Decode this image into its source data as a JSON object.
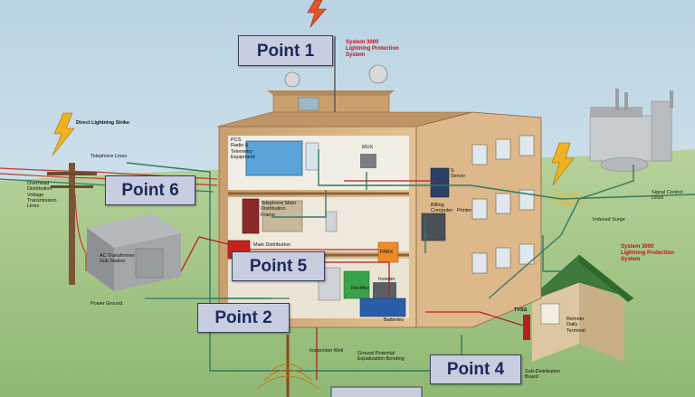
{
  "points": {
    "p1": "Point 1",
    "p2": "Point 2",
    "p4": "Point 4",
    "p5": "Point 5",
    "p6": "Point 6"
  },
  "labels": {
    "system3000_top": "System 3000\nLightning Protection\nSystem",
    "direct_strike": "Direct Lightning Strike",
    "telephone_lines": "Telephone Lines",
    "overhead_distribution": "Overhead\nDistribution\nVoltage\nTransmission\nLines",
    "ac_transformer": "AC Transformer\nSub Station",
    "power_ground": "Power Ground",
    "pcs": "PCS\nRadio &\nTelemetry\nEquipment",
    "telephone_main": "Telephone Main\nDistribution\nFrame",
    "main_distribution": "Main Distribution",
    "mux": "MUX",
    "server": "S\nServer",
    "billing": "Billing\nComputer",
    "printer": "Printer",
    "pabx": "PABX",
    "rectifier": "Rectifier",
    "inverter": "Inverter",
    "batteries": "Batteries",
    "inspection_well": "Inspection Well",
    "ground_potential": "Ground Potential\nEqualization Bonding",
    "induced_surge": "Induced Surge",
    "signal_control": "Signal Control\nLines",
    "system3000_right": "System 3000\nLightning Protection\nSystem",
    "tvss": "TVSS",
    "remote_unit": "Remote\nDaily\nTerminal",
    "sub_distribution": "Sub-Distribution\nBoard"
  },
  "colors": {
    "sky": "#cfe0ea",
    "grass": "#a9c98a",
    "building_wall": "#d9b483",
    "building_floor": "#f0ede4",
    "roof_green": "#3f7a3a",
    "signal_line": "#2f7a64",
    "power_line": "#b52020",
    "label_bg": "#c9cde0",
    "label_text": "#1c2a5a"
  }
}
